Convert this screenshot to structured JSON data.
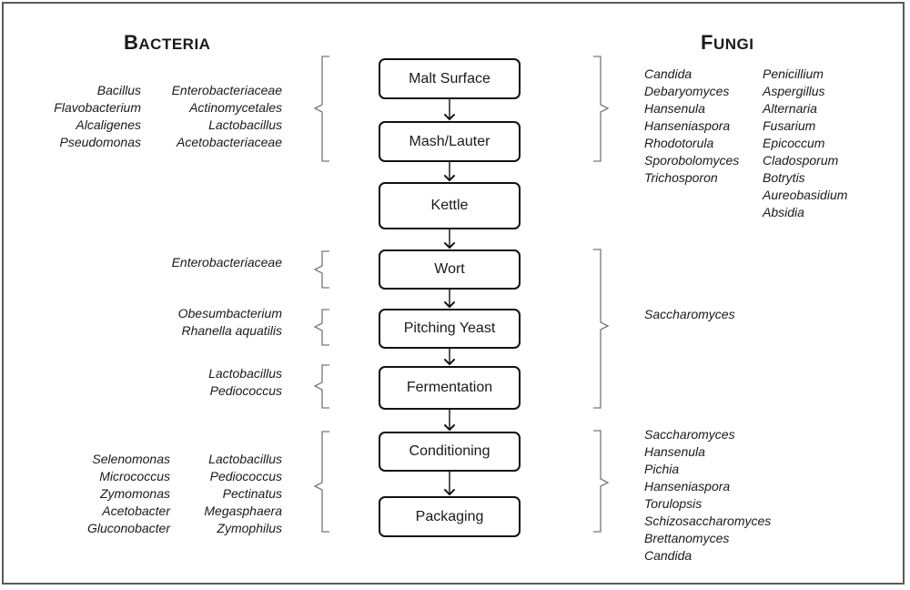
{
  "headings": {
    "bacteria": "Bacteria",
    "fungi": "Fungi"
  },
  "steps": [
    {
      "label": "Malt Surface"
    },
    {
      "label": "Mash/Lauter"
    },
    {
      "label": "Kettle"
    },
    {
      "label": "Wort"
    },
    {
      "label": "Pitching Yeast"
    },
    {
      "label": "Fermentation"
    },
    {
      "label": "Conditioning"
    },
    {
      "label": "Packaging"
    }
  ],
  "bacteria_groups": [
    {
      "left": [
        "Bacillus",
        "Flavobacterium",
        "Alcaligenes",
        "Pseudomonas"
      ],
      "right": [
        "Enterobacteriaceae",
        "Actinomycetales",
        "Lactobacillus",
        "Acetobacteriaceae"
      ]
    },
    {
      "left": [],
      "right": [
        "Enterobacteriaceae"
      ]
    },
    {
      "left": [],
      "right": [
        "Obesumbacterium",
        "Rhanella aquatilis"
      ]
    },
    {
      "left": [],
      "right": [
        "Lactobacillus",
        "Pediococcus"
      ]
    },
    {
      "left": [
        "Selenomonas",
        "Micrococcus",
        "Zymomonas",
        "Acetobacter",
        "Gluconobacter"
      ],
      "right": [
        "Lactobacillus",
        "Pediococcus",
        "Pectinatus",
        "Megasphaera",
        "Zymophilus"
      ]
    }
  ],
  "fungi_groups": [
    {
      "col1": [
        "Candida",
        "Debaryomyces",
        "Hansenula",
        "Hanseniaspora",
        "Rhodotorula",
        "Sporobolomyces",
        "Trichosporon"
      ],
      "col2": [
        "Penicillium",
        "Aspergillus",
        "Alternaria",
        "Fusarium",
        "Epicoccum",
        "Cladosporum",
        "Botrytis",
        "Aureobasidium",
        "Absidia"
      ]
    },
    {
      "col1": [
        "Saccharomyces"
      ],
      "col2": []
    },
    {
      "col1": [
        "Saccharomyces",
        "Hansenula",
        "Pichia",
        "Hanseniaspora",
        "Torulopsis",
        "Schizosaccharomyces",
        "Brettanomyces",
        "Candida"
      ],
      "col2": []
    }
  ]
}
